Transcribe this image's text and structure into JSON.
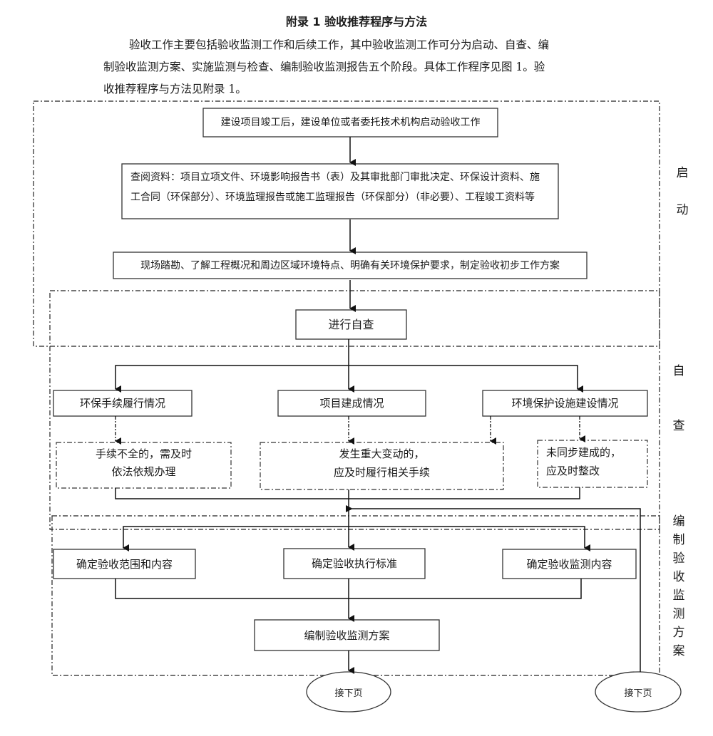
{
  "document": {
    "title": "附录 1  验收推荐程序与方法",
    "paragraph_lines": [
      "验收工作主要包括验收监测工作和后续工作，其中验收监测工作可分为启动、自查、编",
      "制验收监测方案、实施监测与检查、编制验收监测报告五个阶段。具体工作程序见图 1。验",
      "收推荐程序与方法见附录 1。"
    ]
  },
  "stages": {
    "start": [
      "启",
      "动"
    ],
    "self_check": [
      "自",
      "查"
    ],
    "plan": [
      "编",
      "制",
      "验",
      "收",
      "监",
      "测",
      "方",
      "案"
    ]
  },
  "nodes": {
    "start_work": "建设项目竣工后，建设单位或者委托技术机构启动验收工作",
    "review_docs_1": "查阅资料：项目立项文件、环境影响报告书（表）及其审批部门审批决定、环保设计资料、施",
    "review_docs_2": "工合同（环保部分）、环境监理报告或施工监理报告（环保部分）（非必要）、工程竣工资料等",
    "site_survey": "现场踏勘、了解工程概况和周边区域环境特点、明确有关环境保护要求，制定验收初步工作方案",
    "self_check": "进行自查",
    "env_procedures": "环保手续履行情况",
    "project_completion": "项目建成情况",
    "env_facilities": "环境保护设施建设情况",
    "incomplete_procedures_1": "手续不全的，需及时",
    "incomplete_procedures_2": "依法依规办理",
    "major_change_1": "发生重大变动的，",
    "major_change_2": "应及时履行相关手续",
    "not_synced_1": "未同步建成的，",
    "not_synced_2": "应及时整改",
    "scope_content": "确定验收范围和内容",
    "standards": "确定验收执行标准",
    "monitoring_content": "确定验收监测内容",
    "prepare_plan": "编制验收监测方案",
    "next_page_1": "接下页",
    "next_page_2": "接下页"
  }
}
